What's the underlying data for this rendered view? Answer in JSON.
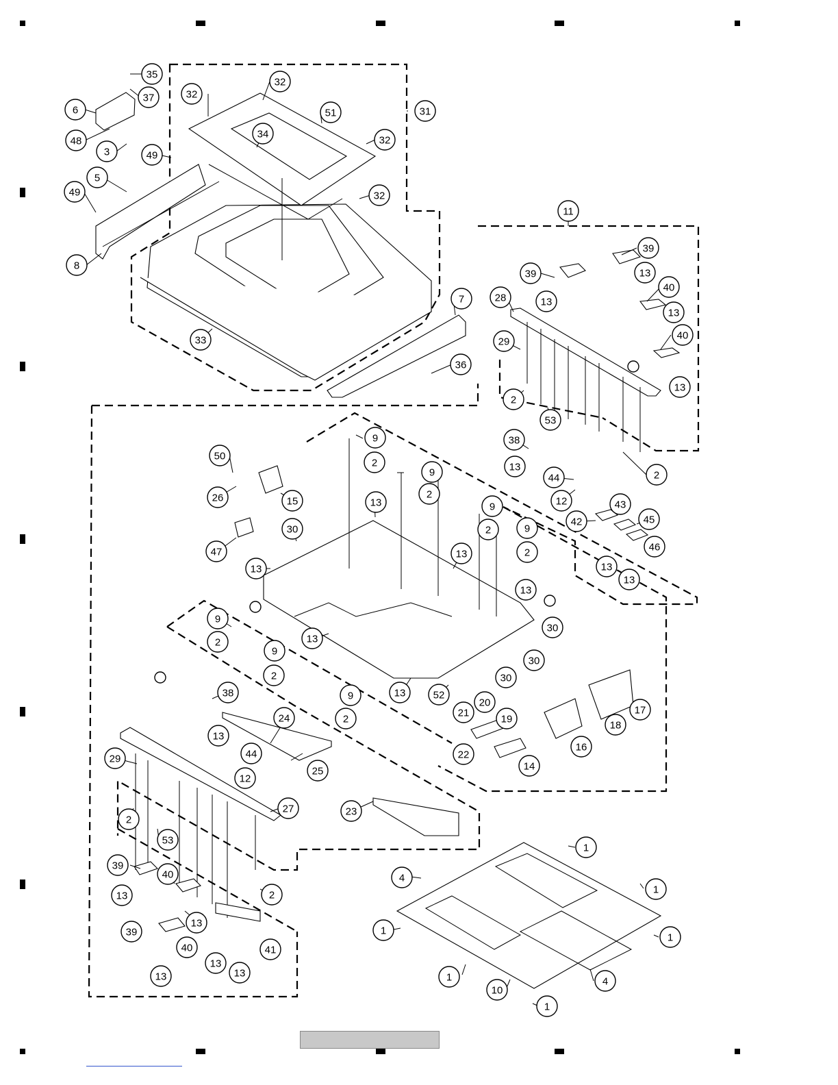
{
  "callouts": [
    {
      "label": "35"
    },
    {
      "label": "37"
    },
    {
      "label": "6"
    },
    {
      "label": "48"
    },
    {
      "label": "3"
    },
    {
      "label": "49"
    },
    {
      "label": "5"
    },
    {
      "label": "49"
    },
    {
      "label": "8"
    },
    {
      "label": "32"
    },
    {
      "label": "32"
    },
    {
      "label": "51"
    },
    {
      "label": "31"
    },
    {
      "label": "34"
    },
    {
      "label": "32"
    },
    {
      "label": "32"
    },
    {
      "label": "33"
    },
    {
      "label": "7"
    },
    {
      "label": "36"
    },
    {
      "label": "11"
    },
    {
      "label": "39"
    },
    {
      "label": "39"
    },
    {
      "label": "13"
    },
    {
      "label": "13"
    },
    {
      "label": "28"
    },
    {
      "label": "40"
    },
    {
      "label": "13"
    },
    {
      "label": "29"
    },
    {
      "label": "40"
    },
    {
      "label": "13"
    },
    {
      "label": "2"
    },
    {
      "label": "53"
    },
    {
      "label": "38"
    },
    {
      "label": "13"
    },
    {
      "label": "2"
    },
    {
      "label": "44"
    },
    {
      "label": "12"
    },
    {
      "label": "43"
    },
    {
      "label": "42"
    },
    {
      "label": "45"
    },
    {
      "label": "46"
    },
    {
      "label": "13"
    },
    {
      "label": "13"
    },
    {
      "label": "50"
    },
    {
      "label": "26"
    },
    {
      "label": "15"
    },
    {
      "label": "9"
    },
    {
      "label": "2"
    },
    {
      "label": "9"
    },
    {
      "label": "2"
    },
    {
      "label": "13"
    },
    {
      "label": "9"
    },
    {
      "label": "2"
    },
    {
      "label": "9"
    },
    {
      "label": "2"
    },
    {
      "label": "47"
    },
    {
      "label": "30"
    },
    {
      "label": "13"
    },
    {
      "label": "13"
    },
    {
      "label": "13"
    },
    {
      "label": "9"
    },
    {
      "label": "2"
    },
    {
      "label": "9"
    },
    {
      "label": "13"
    },
    {
      "label": "2"
    },
    {
      "label": "30"
    },
    {
      "label": "30"
    },
    {
      "label": "30"
    },
    {
      "label": "9"
    },
    {
      "label": "2"
    },
    {
      "label": "13"
    },
    {
      "label": "52"
    },
    {
      "label": "20"
    },
    {
      "label": "21"
    },
    {
      "label": "19"
    },
    {
      "label": "22"
    },
    {
      "label": "14"
    },
    {
      "label": "16"
    },
    {
      "label": "18"
    },
    {
      "label": "17"
    },
    {
      "label": "38"
    },
    {
      "label": "24"
    },
    {
      "label": "13"
    },
    {
      "label": "44"
    },
    {
      "label": "29"
    },
    {
      "label": "12"
    },
    {
      "label": "25"
    },
    {
      "label": "27"
    },
    {
      "label": "23"
    },
    {
      "label": "2"
    },
    {
      "label": "53"
    },
    {
      "label": "39"
    },
    {
      "label": "40"
    },
    {
      "label": "13"
    },
    {
      "label": "13"
    },
    {
      "label": "2"
    },
    {
      "label": "39"
    },
    {
      "label": "40"
    },
    {
      "label": "41"
    },
    {
      "label": "13"
    },
    {
      "label": "13"
    },
    {
      "label": "13"
    },
    {
      "label": "1"
    },
    {
      "label": "4"
    },
    {
      "label": "1"
    },
    {
      "label": "1"
    },
    {
      "label": "1"
    },
    {
      "label": "1"
    },
    {
      "label": "4"
    },
    {
      "label": "10"
    },
    {
      "label": "1"
    }
  ]
}
